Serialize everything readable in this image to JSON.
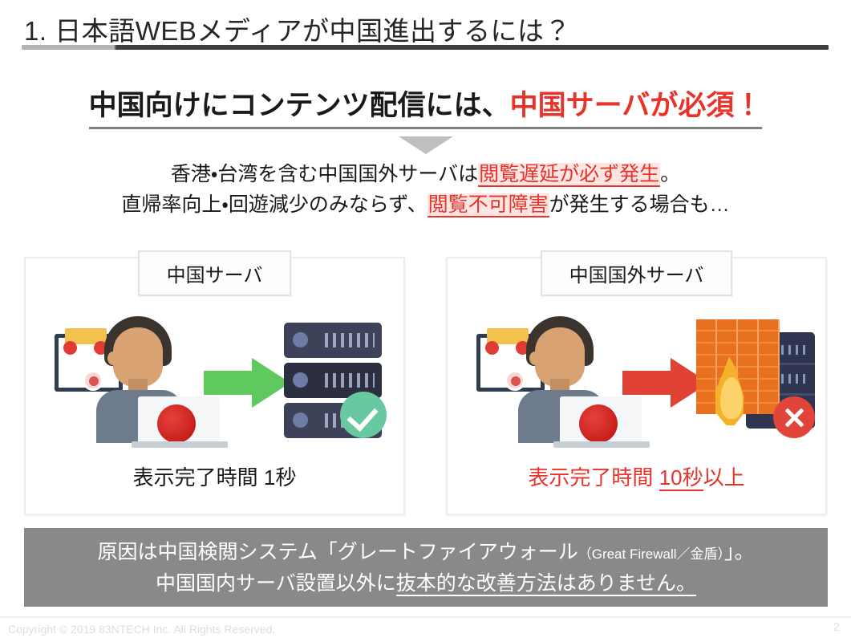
{
  "slide": {
    "title": "1. 日本語WEBメディアが中国進出するには？",
    "headline": {
      "normal": "中国向けにコンテンツ配信には、",
      "highlight": "中国サーバが必須！"
    },
    "subtext": {
      "line1_before": "香港・台湾を含む中国国外サーバは",
      "line1_mark": "閲覧遅延が必ず発生",
      "line1_after": "。",
      "line2_before": "直帰率向上・回遊減少のみならず、",
      "line2_mark": "閲覧不可障害",
      "line2_after": "が発生する場合も…"
    },
    "cards": [
      {
        "badge": "中国サーバ",
        "caption_plain": "表示完了時間 1秒",
        "caption_underline": "",
        "arrow_color": "#5fc95f",
        "status": "ok"
      },
      {
        "badge": "中国国外サーバ",
        "caption_plain": "表示完了時間 ",
        "caption_underline": "10秒",
        "caption_tail": "以上",
        "arrow_color": "#e04236",
        "status": "blocked"
      }
    ],
    "banner": {
      "line1_a": "原因は中国検閲システム「グレートファイアウォール",
      "line1_small": "（Great Firewall／金盾）",
      "line1_b": "」。",
      "line2_a": "中国国内サーバ設置以外に",
      "line2_underline": "抜本的な改善方法はありません。"
    },
    "footer": {
      "copyright": "Copyright © 2019 83NTECH Inc. All Rights Reserved.",
      "page": "2"
    },
    "colors": {
      "accent_red": "#e8332a",
      "arrow_green": "#5fc95f",
      "arrow_red": "#e04236",
      "banner_gray": "#898989",
      "title_text": "#262626"
    }
  }
}
